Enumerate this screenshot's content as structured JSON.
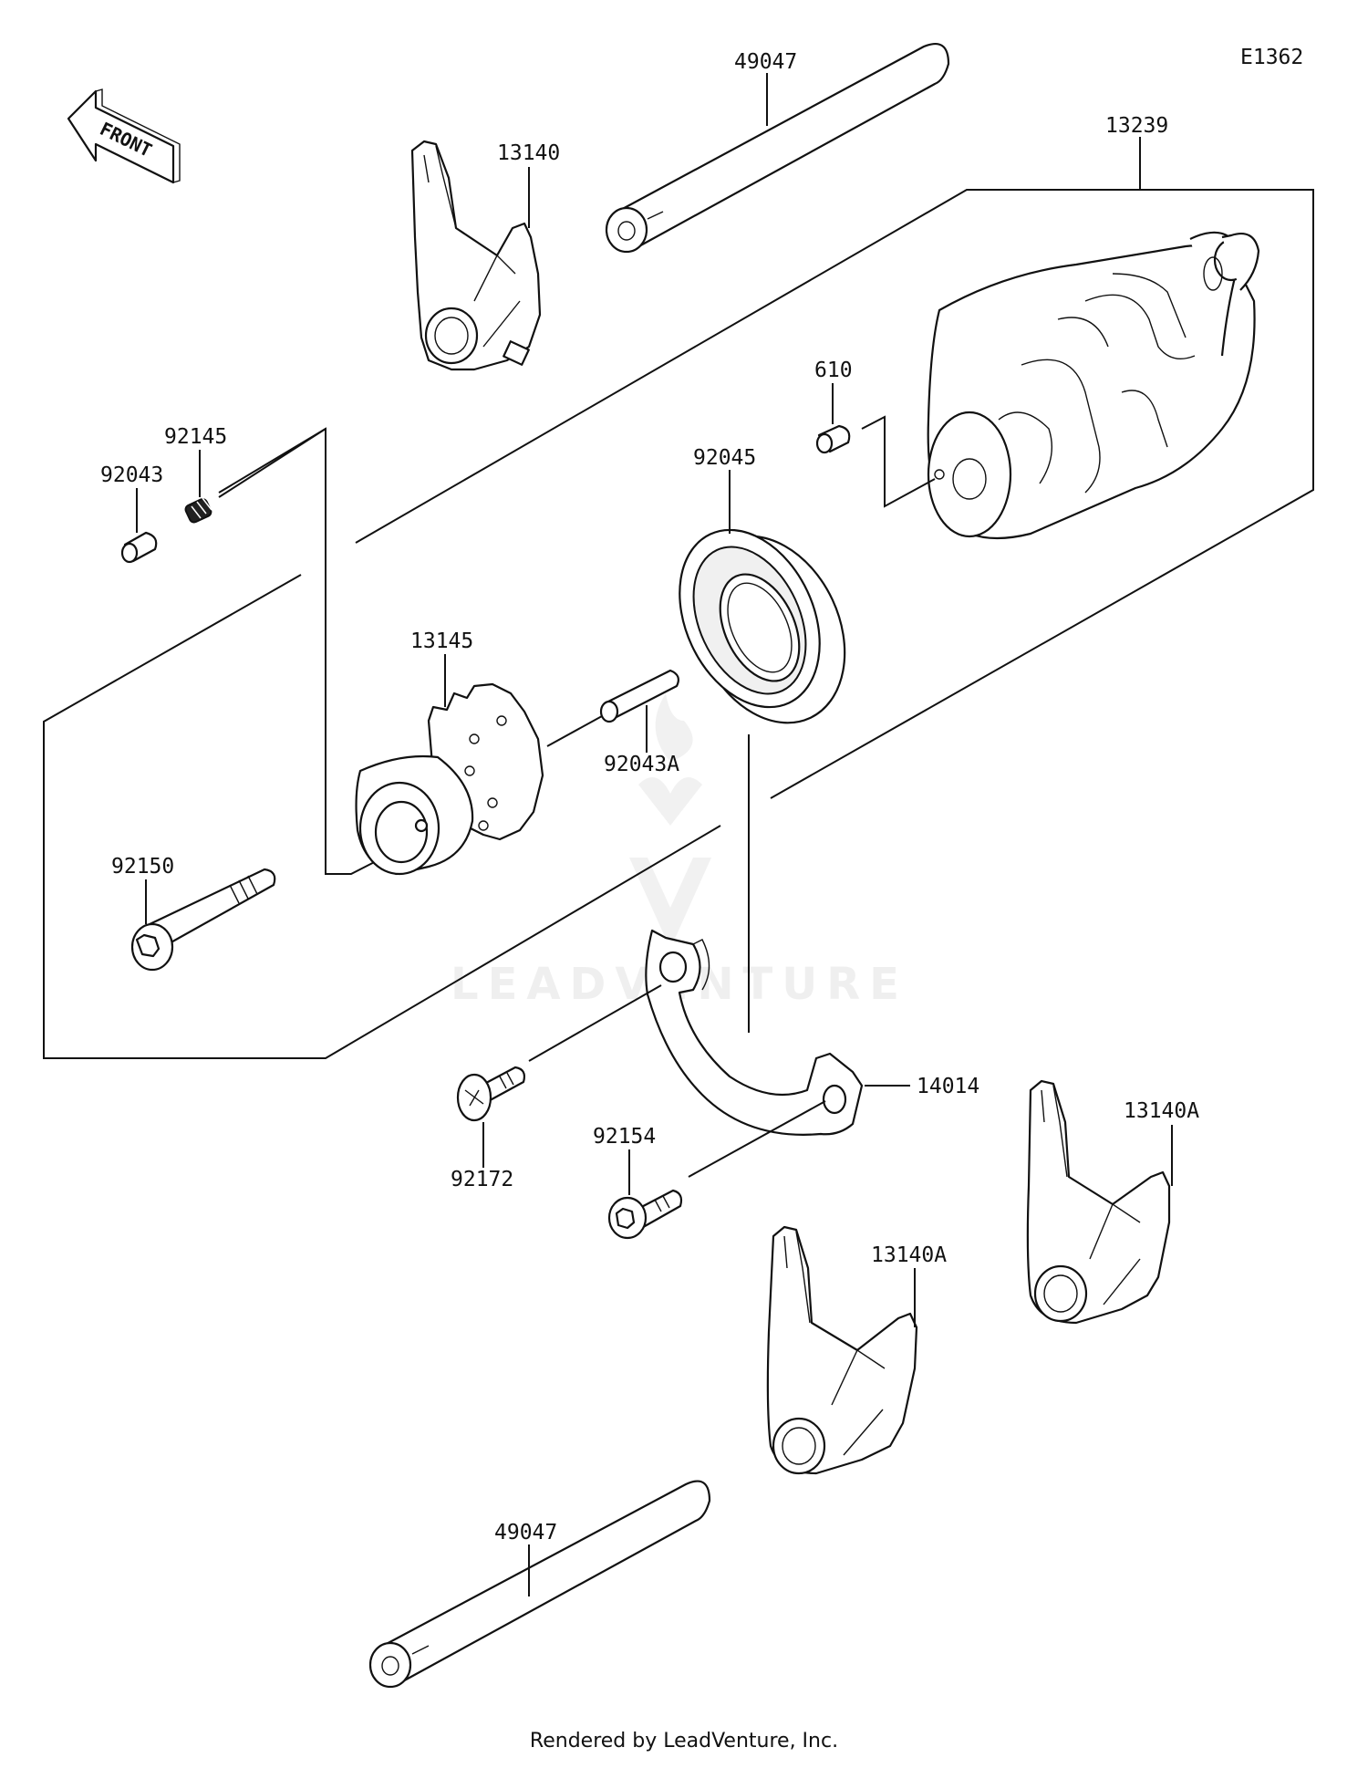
{
  "diagram_code": "E1362",
  "front_label": "FRONT",
  "watermark": "LEADVENTURE",
  "footer": "Rendered by LeadVenture, Inc.",
  "parts": {
    "shaft_top": "49047",
    "fork_top": "13140",
    "drum_assembly": "13239",
    "pin_610": "610",
    "spring": "92145",
    "pin_92043": "92043",
    "bearing": "92045",
    "cam": "13145",
    "pin_92043a": "92043A",
    "bolt_92150": "92150",
    "holder": "14014",
    "screw_92172": "92172",
    "bolt_92154": "92154",
    "fork_right": "13140A",
    "fork_mid": "13140A",
    "shaft_bottom": "49047"
  }
}
